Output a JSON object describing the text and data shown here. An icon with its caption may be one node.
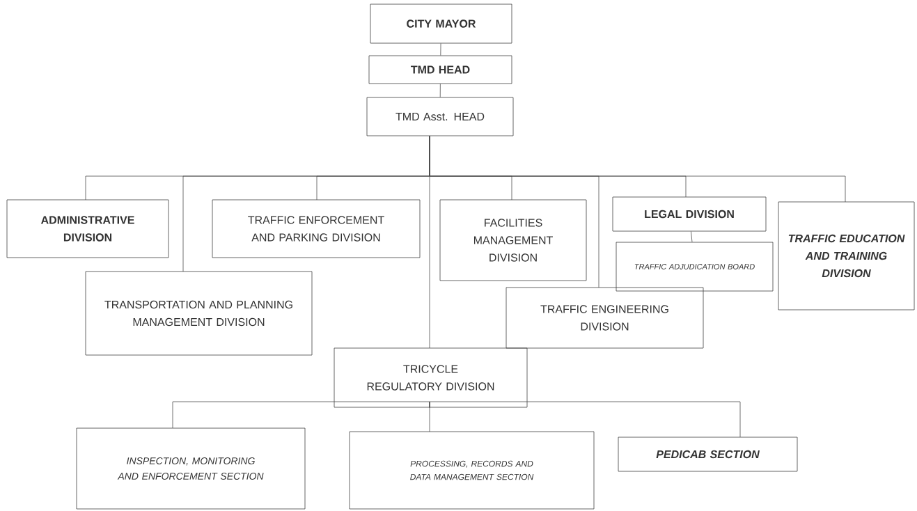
{
  "diagram": {
    "nodes": [
      {
        "text": [
          "CITY MAYOR"
        ]
      },
      {
        "text": [
          "TMD HEAD"
        ]
      },
      {
        "text": [
          "TMD Asst. HEAD"
        ]
      },
      {
        "text": [
          "ADMINISTRATIVE DIVISION"
        ]
      },
      {
        "text": [
          "TRAFFIC ENFORCEMENT AND PARKING DIVISION"
        ]
      },
      {
        "text": [
          "FACILITIES MANAGEMENT DIVISION"
        ]
      },
      {
        "text": [
          "LEGAL DIVISION"
        ]
      },
      {
        "text": [
          "TRAFFIC ADJUDICATION BOARD"
        ]
      },
      {
        "text": [
          "TRAFFIC EDUCATION AND TRAINING DIVISION"
        ]
      },
      {
        "text": [
          "TRANSPORTATION AND PLANNING MANAGEMENT DIVISION"
        ]
      },
      {
        "text": [
          "TRAFFIC ENGINEERING DIVISION"
        ]
      },
      {
        "text": [
          "TRICYCLE REGULATORY DIVISION"
        ]
      },
      {
        "text": [
          "INSPECTION, MONITORING AND ENFORCEMENT SECTION"
        ]
      },
      {
        "text": [
          "PROCESSING, RECORDS AND DATA MANAGEMENT SECTION"
        ]
      },
      {
        "text": [
          "PEDICAB SECTION"
        ]
      }
    ],
    "edges": [
      {
        "from": 0,
        "to": 1,
        "arrow": "none"
      },
      {
        "from": 1,
        "to": 2,
        "arrow": "none"
      },
      {
        "from": 2,
        "to": 3,
        "arrow": "none"
      },
      {
        "from": 2,
        "to": 9,
        "arrow": "none"
      },
      {
        "from": 2,
        "to": 4,
        "arrow": "none"
      },
      {
        "from": 2,
        "to": 11,
        "arrow": "none"
      },
      {
        "from": 2,
        "to": 5,
        "arrow": "none"
      },
      {
        "from": 2,
        "to": 10,
        "arrow": "none"
      },
      {
        "from": 2,
        "to": 6,
        "arrow": "none"
      },
      {
        "from": 2,
        "to": 8,
        "arrow": "none"
      },
      {
        "from": 6,
        "to": 7,
        "arrow": "none"
      },
      {
        "from": 11,
        "to": 12,
        "arrow": "none"
      },
      {
        "from": 11,
        "to": 13,
        "arrow": "none"
      },
      {
        "from": 11,
        "to": 14,
        "arrow": "none"
      }
    ]
  }
}
